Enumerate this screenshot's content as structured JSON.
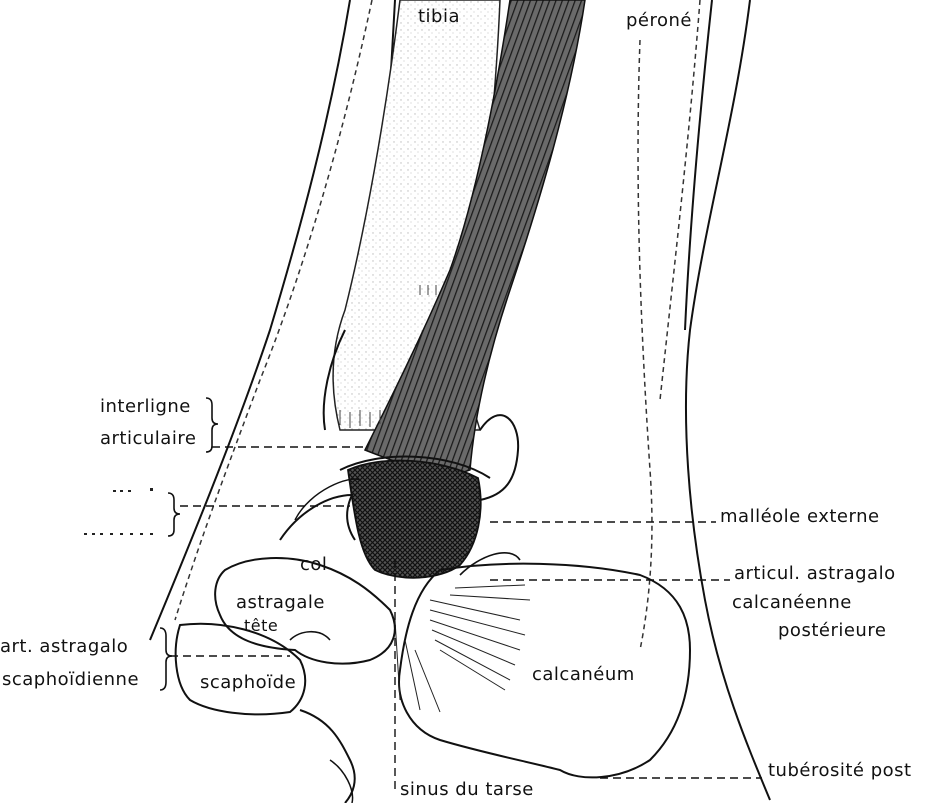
{
  "diagram": {
    "labels": {
      "tibia": "tibia",
      "perone": "péroné",
      "interligne": "interligne",
      "articulaire": "articulaire",
      "malleole_externe": "malléole  externe",
      "articul_astragalo": "articul. astragalo",
      "calcaneenne": "calcanéenne",
      "posterieure": "postérieure",
      "col": "col",
      "astragale": "astragale",
      "tete": "tête",
      "art_astragalo": "art. astragalo",
      "scaphoidienne": "scaphoïdienne",
      "scaphoide": "scaphoïde",
      "calcaneum": "calcanéum",
      "tuberosite": "tubérosité  post",
      "sinus_du_tarse": "sinus du tarse"
    }
  }
}
